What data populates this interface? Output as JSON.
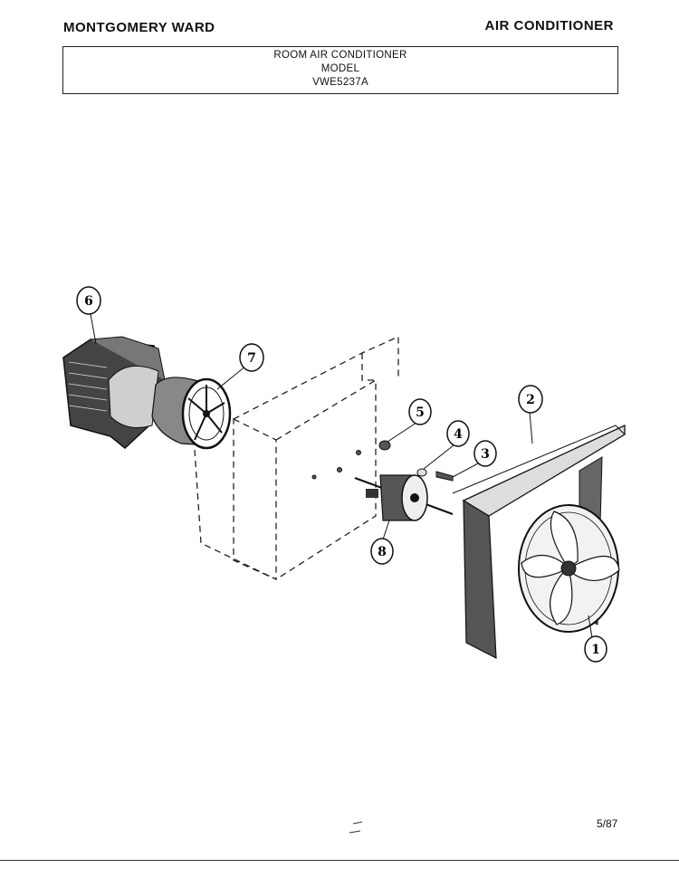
{
  "header": {
    "brand": "MONTGOMERY WARD",
    "category": "AIR CONDITIONER"
  },
  "title_box": {
    "line1": "ROOM AIR CONDITIONER",
    "line2": "MODEL",
    "line3": "VWE5237A"
  },
  "diagram": {
    "callouts": [
      "1",
      "2",
      "3",
      "4",
      "5",
      "6",
      "7",
      "8"
    ]
  },
  "footer": {
    "date": "5/87"
  }
}
